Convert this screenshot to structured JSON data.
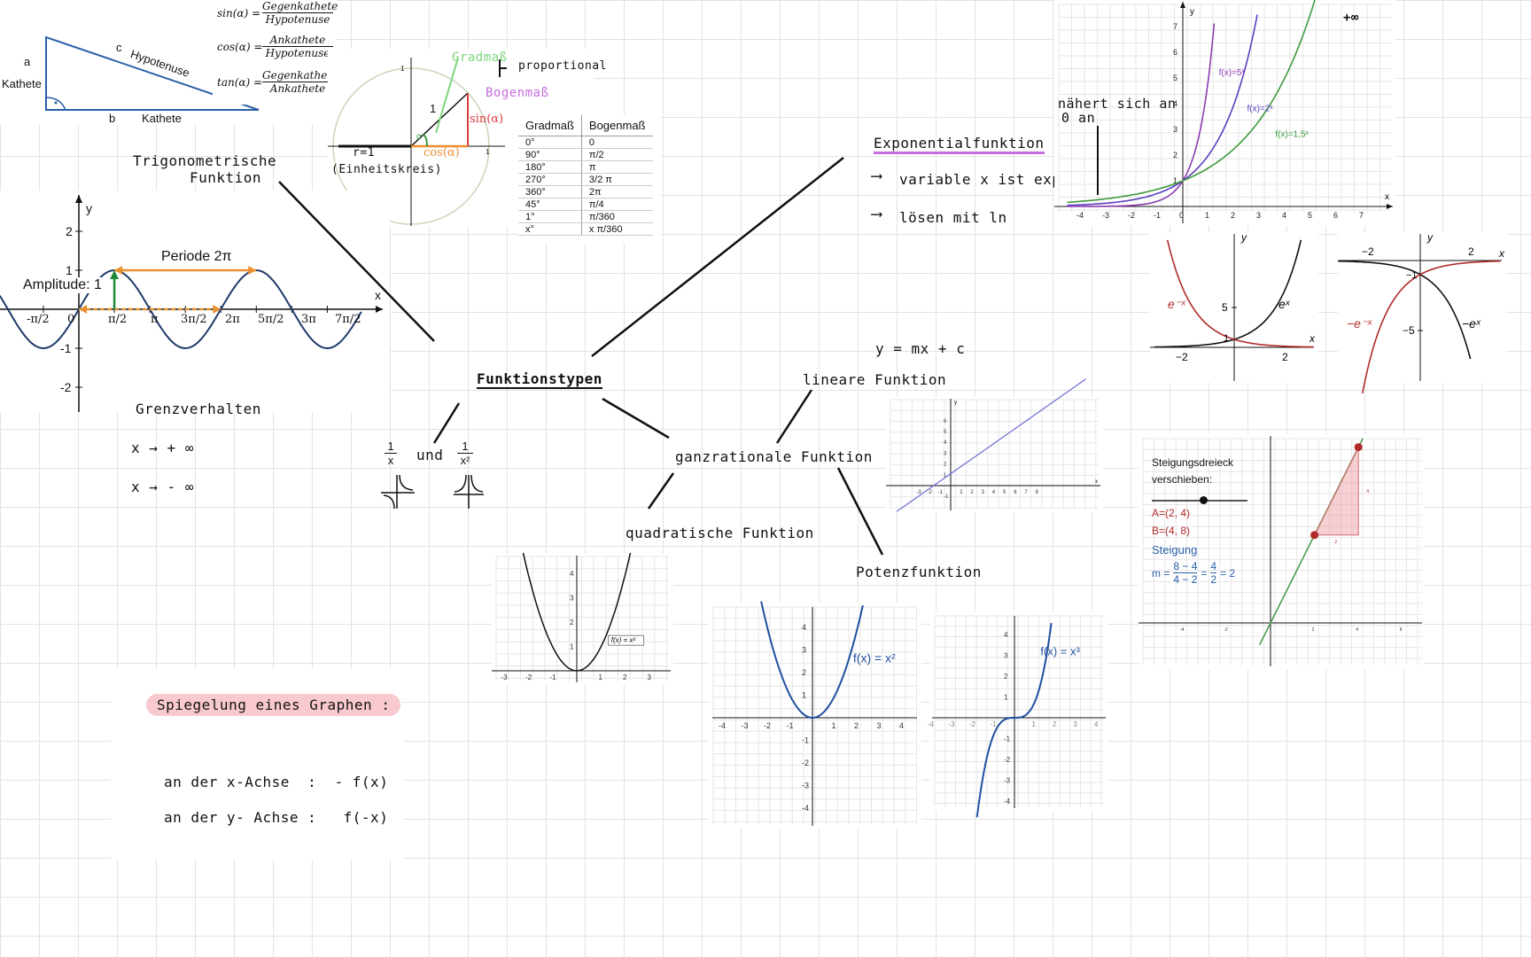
{
  "mindmap": {
    "center": "Funktionstypen",
    "trig_title_1": "Trigonometrische",
    "trig_title_2": "Funktion",
    "exp_title": "Exponentialfunktion",
    "exp_note_1": "variable x ist exponent",
    "exp_note_2": "lösen mit ln",
    "approach_1": "nähert sich an",
    "approach_2": "0 an",
    "plus_infinity": "+∞",
    "linear_formula": "y = mx + c",
    "linear_title": "lineare Funktion",
    "rational_title": "ganzrationale Funktion",
    "quadratic_title": "quadratische Funktion",
    "power_title": "Potenzfunktion",
    "reciprocal_und": "und",
    "limit_title": "Grenzverhalten",
    "limit_1": "x → + ∞",
    "limit_2": "x → - ∞",
    "mirror_title": "Spiegelung eines Graphen :",
    "mirror_x": "an der x-Achse  :  - f(x)",
    "mirror_y": "an der y- Achse :   f(-x)"
  },
  "triangle": {
    "a": "a",
    "b": "b",
    "c": "c",
    "kathete_left": "Kathete",
    "kathete_bottom": "Kathete",
    "hypotenuse": "Hypotenuse",
    "sin_lhs": "sin(α) =",
    "sin_num": "Gegenkathete",
    "sin_den": "Hypotenuse",
    "cos_lhs": "cos(α) =",
    "cos_num": "Ankathete",
    "cos_den": "Hypotenuse",
    "tan_lhs": "tan(α) =",
    "tan_num": "Gegenkathete",
    "tan_den": "Ankathete"
  },
  "unit_circle": {
    "gradmass": "Gradmaß",
    "proportional": "proportional",
    "bogenmass": "Bogenmaß",
    "one": "1",
    "sin": "sin(α)",
    "cos": "cos(α)",
    "alpha": "α",
    "r": "r=1",
    "einheitskreis": "(Einheitskreis)",
    "tick_one_x": "1",
    "tick_one_y": "1"
  },
  "degree_table": {
    "headers": [
      "Gradmaß",
      "Bogenmaß"
    ],
    "rows": [
      [
        "0°",
        "0"
      ],
      [
        "90°",
        "π/2"
      ],
      [
        "180°",
        "π"
      ],
      [
        "270°",
        "3/2 π"
      ],
      [
        "360°",
        "2π"
      ],
      [
        "45°",
        "π/4"
      ],
      [
        "1°",
        "π/360"
      ],
      [
        "x°",
        "x π/360"
      ]
    ]
  },
  "sine_plot": {
    "y_label": "y",
    "x_label": "x",
    "periode": "Periode 2π",
    "amplitude": "Amplitude: 1",
    "y_ticks": [
      "2",
      "1",
      "-1",
      "-2"
    ],
    "x_ticks": [
      "-π/2",
      "0",
      "π/2",
      "π",
      "3π/2",
      "2π",
      "5π/2",
      "3π",
      "7π/2"
    ]
  },
  "exp_plot": {
    "y_label": "y",
    "x_label": "x",
    "labels": [
      "f(x)=5ˣ",
      "f(x)=2ˣ",
      "f(x)=1,5ˣ"
    ],
    "x_ticks": [
      "-4",
      "-3",
      "-2",
      "-1",
      "0",
      "1",
      "2",
      "3",
      "4",
      "5",
      "6",
      "7"
    ],
    "y_ticks": [
      "1",
      "2",
      "3",
      "4",
      "5",
      "6",
      "7"
    ],
    "colors": {
      "five": "#8e3ab0",
      "two": "#5a3fc0",
      "one_five": "#3c9a3c"
    }
  },
  "ex_plot": {
    "y_label": "y",
    "x_label": "x",
    "neg_label": "e⁻ˣ",
    "pos_label": "eˣ",
    "y_tick": "5",
    "one": "1",
    "x_ticks": [
      "−2",
      "2"
    ]
  },
  "negex_plot": {
    "y_label": "y",
    "x_label": "x",
    "neg_label": "−e⁻ˣ",
    "pos_label": "−eˣ",
    "x_ticks": [
      "−2",
      "2"
    ],
    "y_ticks": [
      "−1",
      "−5"
    ]
  },
  "reciprocal": {
    "one": "1",
    "x": "x",
    "x2": "x²"
  },
  "quad_plot": {
    "label": "f(x) = x²",
    "x_ticks": [
      "-3",
      "-2",
      "-1",
      "0",
      "1",
      "2",
      "3"
    ],
    "y_ticks": [
      "1",
      "2",
      "3",
      "4"
    ]
  },
  "power_plot_1": {
    "label": "f(x) = x²",
    "x_ticks": [
      "-4",
      "-3",
      "-2",
      "-1",
      "0",
      "1",
      "2",
      "3",
      "4"
    ],
    "y_ticks": [
      "4",
      "3",
      "2",
      "1",
      "-1",
      "-2",
      "-3",
      "-4"
    ]
  },
  "power_plot_2": {
    "label": "f(x) = x³"
  },
  "slope_panel": {
    "title_1": "Steigungsdreieck",
    "title_2": "verschieben:",
    "a": "A=(2, 4)",
    "b": "B=(4, 8)",
    "steigung": "Steigung",
    "m": "m =",
    "num1": "8 − 4",
    "den1": "4 − 2",
    "num2": "4",
    "den2": "2",
    "result": "= 2",
    "slider_value": 0.55
  }
}
